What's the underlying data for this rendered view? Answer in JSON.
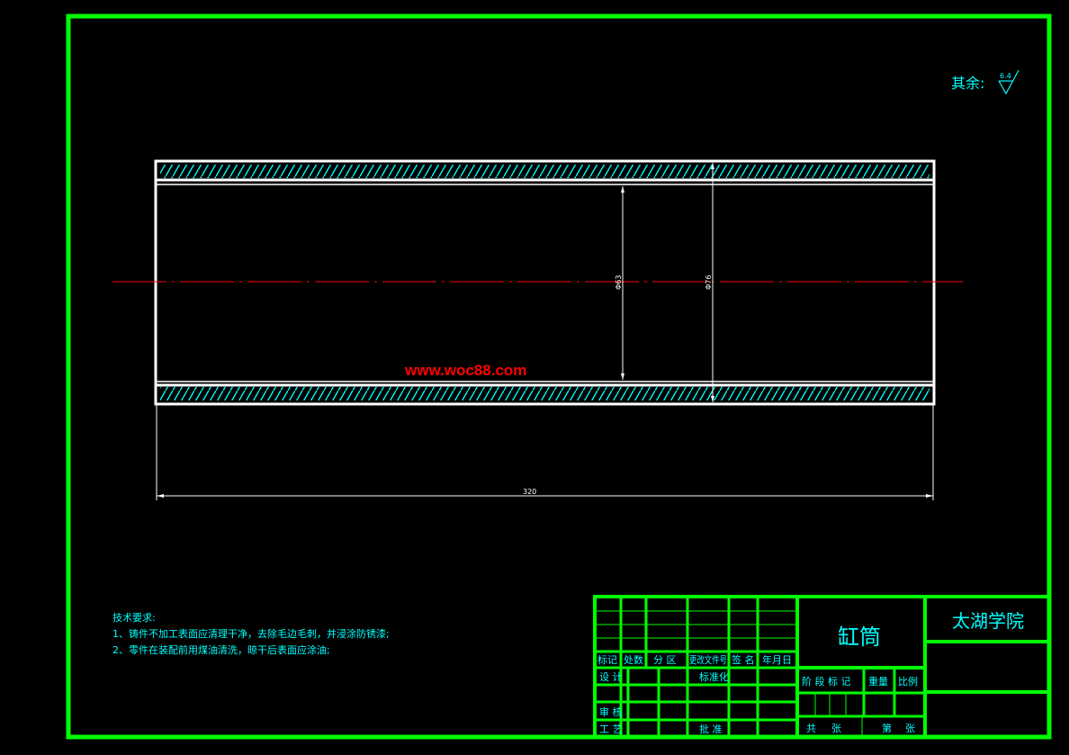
{
  "drawing": {
    "part_name": "缸筒",
    "school": "太湖学院",
    "roughness_label": "其余:",
    "roughness_value": "6.4",
    "watermark": "www.woc88.com",
    "dimensions": {
      "length": "320",
      "inner_diameter": "Φ63",
      "outer_diameter": "Φ76"
    },
    "tech_requirements": {
      "title": "技术要求:",
      "items": [
        "1、铸件不加工表面应清理干净，去除毛边毛刺，并浸涂防锈漆;",
        "2、零件在装配前用煤油清洗，晾干后表面应涂油;"
      ]
    },
    "title_block": {
      "headers": [
        "标记",
        "处数",
        "分 区",
        "更改文件号",
        "签 名",
        "年月日"
      ],
      "row_design": "设 计",
      "row_standard": "标准化",
      "row_review": "审 核",
      "row_process": "工 艺",
      "row_approve": "批 准",
      "stage_mark": "阶 段 标 记",
      "weight": "重量",
      "scale": "比例",
      "total": "共",
      "sheets": "张",
      "page": "第",
      "sheets2": "张"
    }
  },
  "colors": {
    "frame": "#00ff00",
    "text": "#00ffff",
    "part": "#ffffff",
    "centerline": "#ff0000",
    "background": "#000000"
  }
}
